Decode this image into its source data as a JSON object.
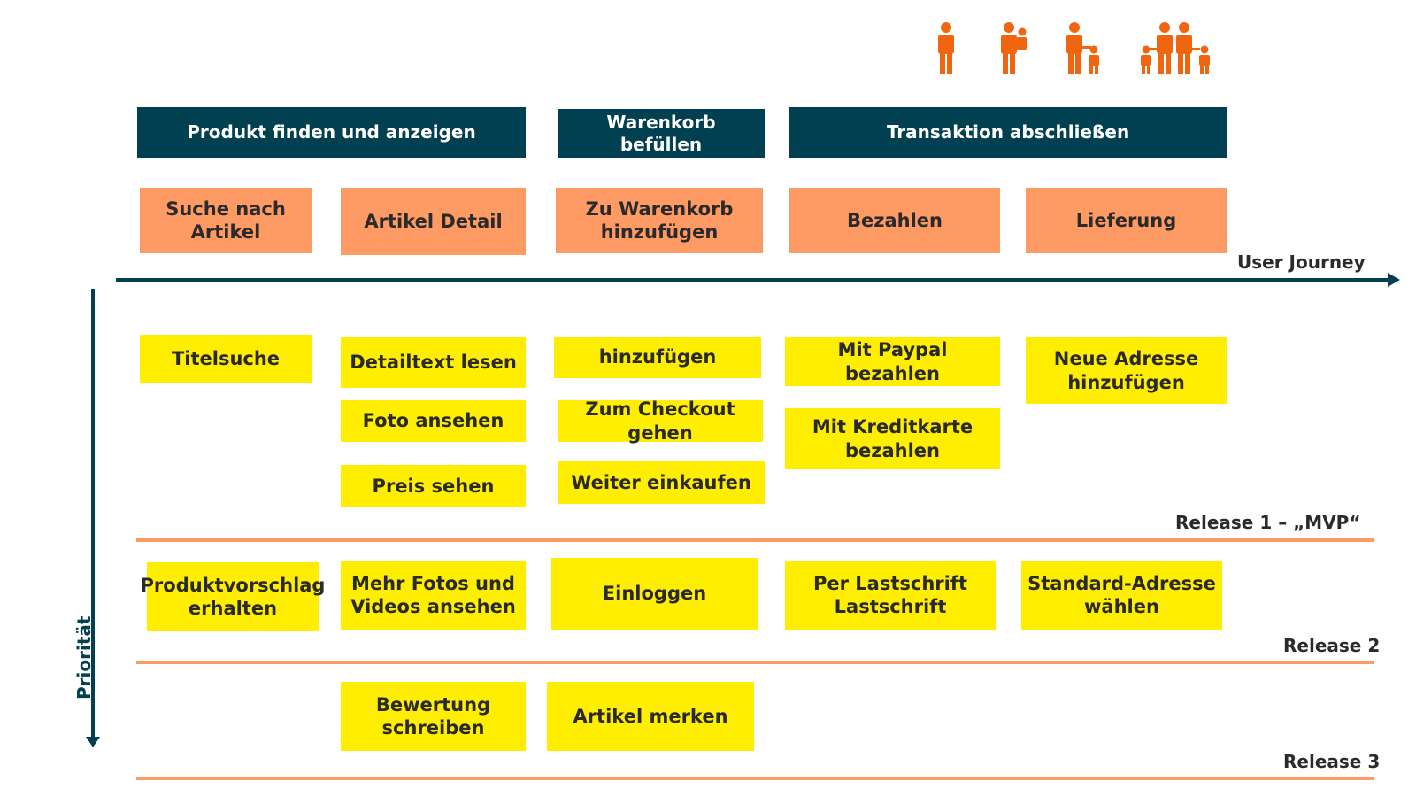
{
  "colors": {
    "activity_bg": "#014050",
    "step_bg": "#FE9A64",
    "story_bg": "#FFEE00",
    "release_line": "#FE9A64",
    "persona_icon": "#F0650F"
  },
  "personas": [
    "person-icon",
    "person-with-child-icon",
    "adult-with-child-icon",
    "family-icon"
  ],
  "activities": [
    {
      "label": "Produkt finden und anzeigen"
    },
    {
      "label": "Warenkorb befüllen"
    },
    {
      "label": "Transaktion abschließen"
    }
  ],
  "steps": [
    {
      "label": "Suche nach Artikel"
    },
    {
      "label": "Artikel Detail"
    },
    {
      "label": "Zu Warenkorb hinzufügen"
    },
    {
      "label": "Bezahlen"
    },
    {
      "label": "Lieferung"
    }
  ],
  "axes": {
    "journey_label": "User Journey",
    "priority_label": "Priorität"
  },
  "releases": [
    {
      "label": "Release 1 – „MVP“",
      "stories": [
        {
          "label": "Titelsuche"
        },
        {
          "label": "Detailtext lesen"
        },
        {
          "label": "Foto ansehen"
        },
        {
          "label": "Preis sehen"
        },
        {
          "label": "hinzufügen"
        },
        {
          "label": "Zum Checkout gehen"
        },
        {
          "label": "Weiter einkaufen"
        },
        {
          "label": "Mit Paypal bezahlen"
        },
        {
          "label": "Mit Kreditkarte bezahlen"
        },
        {
          "label": "Neue Adresse hinzufügen"
        }
      ]
    },
    {
      "label": "Release 2",
      "stories": [
        {
          "label": "Produktvorschlag erhalten"
        },
        {
          "label": "Mehr Fotos und Videos ansehen"
        },
        {
          "label": "Einloggen"
        },
        {
          "label": "Per Lastschrift Lastschrift"
        },
        {
          "label": "Standard-Adresse wählen"
        }
      ]
    },
    {
      "label": "Release 3",
      "stories": [
        {
          "label": "Bewertung schreiben"
        },
        {
          "label": "Artikel merken"
        }
      ]
    }
  ]
}
